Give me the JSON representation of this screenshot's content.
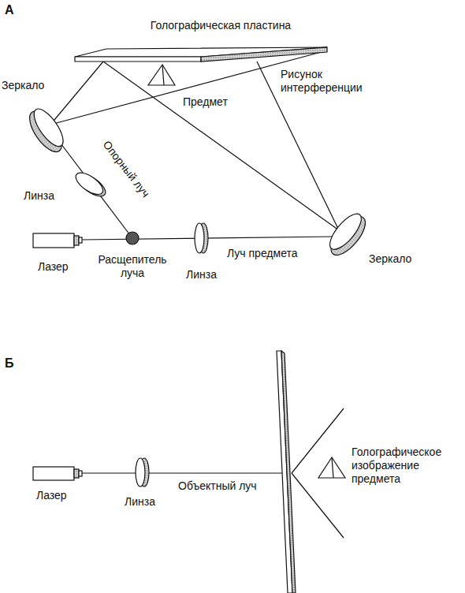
{
  "diagram": {
    "labels": [
      "А",
      "Голографическая пластина",
      "Зеркало",
      "Предмет",
      "Рисунок интерференции",
      "Опорный луч",
      "Линза",
      "Лазер",
      "Расщепитель луча",
      "Линза",
      "Луч предмета",
      "Зеркало",
      "Б",
      "Лазер",
      "Линза",
      "Объектный луч",
      "Голографическое изображение предмета"
    ]
  }
}
